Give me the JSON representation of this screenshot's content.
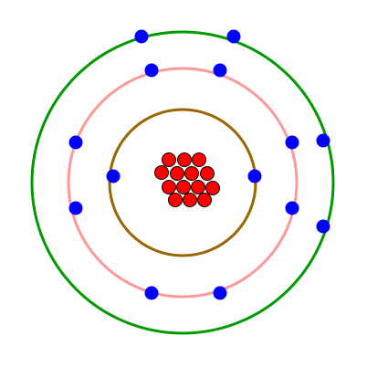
{
  "diagram": {
    "type": "bohr-atom-model",
    "background_color": "#ffffff",
    "nucleus": {
      "particle_count": 14,
      "particle_color": "#ff0000",
      "outline_color": "#000000"
    },
    "shells": [
      {
        "id": "shell-1",
        "ring_color": "#996600",
        "electron_count": 2
      },
      {
        "id": "shell-2",
        "ring_color": "#ff9999",
        "electron_count": 8
      },
      {
        "id": "shell-3",
        "ring_color": "#009900",
        "electron_count": 4
      }
    ],
    "electron_color": "#0000ff"
  }
}
